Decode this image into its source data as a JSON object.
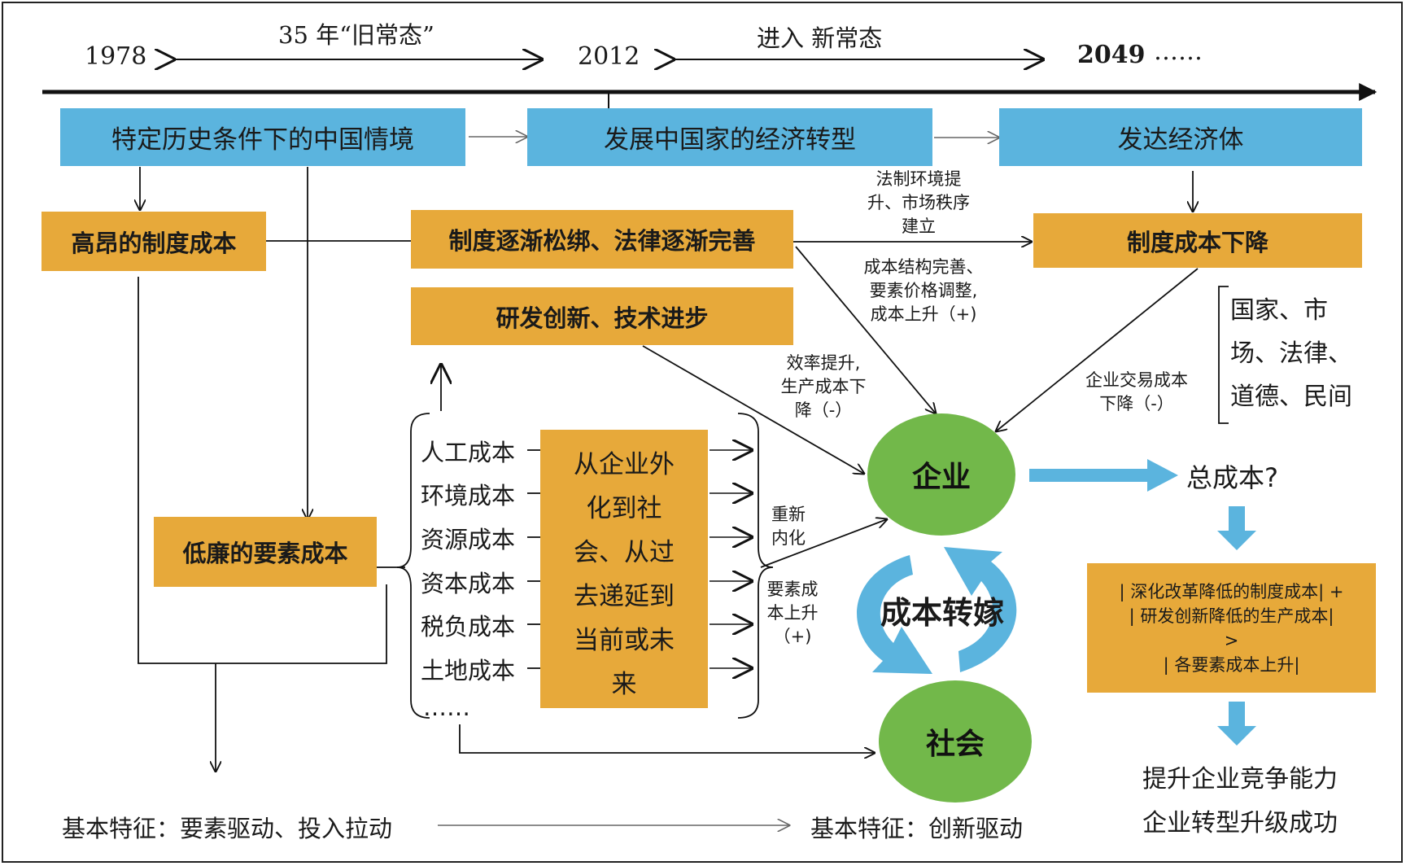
{
  "timeline": {
    "year_1978": "1978",
    "year_2012": "2012",
    "year_2049": "2049",
    "ellipsis": "……",
    "period_old": "35 年“旧常态”",
    "period_new": "进入 新常态"
  },
  "stages": {
    "china_context": "特定历史条件下的中国情境",
    "transition": "发展中国家的经济转型",
    "developed": "发达经济体"
  },
  "boxes": {
    "high_inst_cost": "高昂的制度成本",
    "deregulation": "制度逐渐松绑、法律逐渐完善",
    "rnd": "研发创新、技术进步",
    "inst_cost_down": "制度成本下降",
    "cheap_factor": "低廉的要素成本",
    "outsource": [
      "从企业外",
      "化到社",
      "会、从过",
      "去递延到",
      "当前或未",
      "来"
    ],
    "formula": [
      "| 深化改革降低的制度成本| +",
      "| 研发创新降低的生产成本|",
      ">",
      "| 各要素成本上升|"
    ]
  },
  "costs": [
    "人工成本",
    "环境成本",
    "资源成本",
    "资本成本",
    "税负成本",
    "土地成本",
    "……"
  ],
  "labels": {
    "legal_env": [
      "法制环境提",
      "升、市场秩序",
      "建立"
    ],
    "cost_struct": [
      "成本结构完善、",
      "要素价格调整,",
      "成本上升（+)"
    ],
    "efficiency": [
      "效率提升,",
      "生产成本下",
      "降（-）"
    ],
    "tx_cost": [
      "企业交易成本",
      "下降（-）"
    ],
    "reinternal": [
      "重新",
      "内化"
    ],
    "factor_up": [
      "要素成",
      "本上升",
      "（+)"
    ]
  },
  "institutions": [
    "国家、市",
    "场、法律、",
    "道德、民间"
  ],
  "nodes": {
    "enterprise": "企业",
    "society": "社会",
    "cost_shift": "成本转嫁",
    "total_cost": "总成本?"
  },
  "outcomes": [
    "提升企业竞争能力",
    "企业转型升级成功"
  ],
  "features": {
    "old": "基本特征：要素驱动、投入拉动",
    "new": "基本特征：创新驱动"
  },
  "colors": {
    "blue_box": "#5bb4de",
    "orange_box": "#e7a93a",
    "green_node": "#72b84a",
    "arrow_blue": "#5bb4de"
  }
}
